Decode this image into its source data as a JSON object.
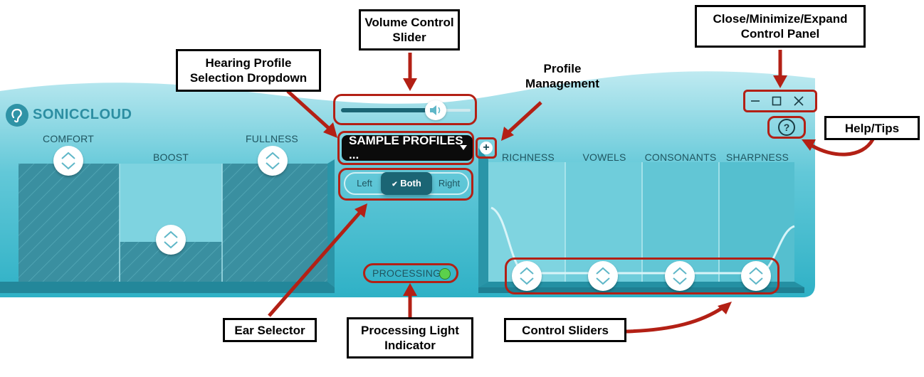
{
  "app": {
    "brand": "SONICCLOUD"
  },
  "left_bands": {
    "labels": [
      "COMFORT",
      "BOOST",
      "FULLNESS"
    ]
  },
  "volume": {
    "level": 0.73
  },
  "profile": {
    "selected": "SAMPLE PROFILES ...",
    "add_label": "+"
  },
  "ear_selector": {
    "options": [
      "Left",
      "Both",
      "Right"
    ],
    "selected": "Both",
    "check_glyph": "✔"
  },
  "processing": {
    "label": "PROCESSING",
    "status_color": "#5bd14b"
  },
  "right_bands": {
    "labels": [
      "RICHNESS",
      "VOWELS",
      "CONSONANTS",
      "SHARPNESS"
    ]
  },
  "window_controls": {
    "minimize": "—",
    "maximize": "☐",
    "close": "✕",
    "help": "?"
  },
  "callouts": {
    "volume": "Volume Control Slider",
    "hearing_profile": "Hearing Profile Selection Dropdown",
    "profile_management": "Profile Management",
    "window": "Close/Minimize/Expand Control Panel",
    "help": "Help/Tips",
    "ear_selector": "Ear Selector",
    "processing": "Processing Light Indicator",
    "control_sliders": "Control Sliders"
  },
  "colors": {
    "panel_teal": "#45bccd",
    "panel_light": "#8fdbe6",
    "annotation_red": "#b32015",
    "dark_teal": "#1b6574"
  },
  "icons": {
    "logo": "ear-icon",
    "volume": "speaker-icon",
    "slider_knob": "chevron-up-down-icon",
    "help": "question-icon"
  }
}
